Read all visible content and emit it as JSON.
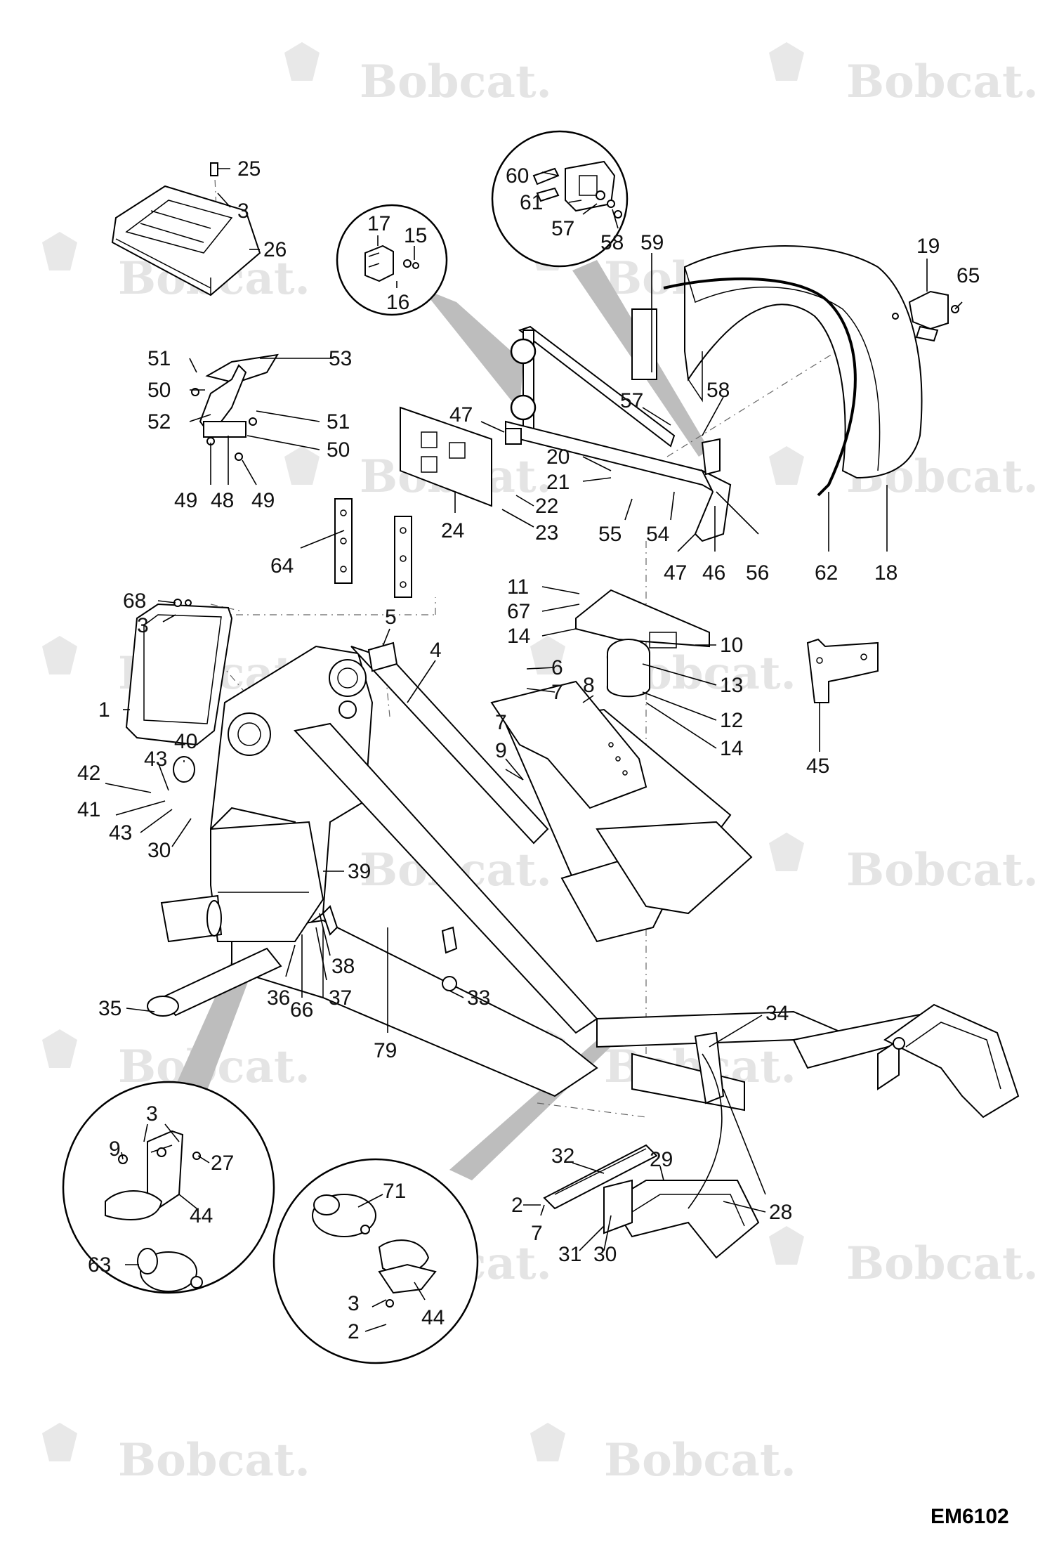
{
  "drawing_code": "EM6102",
  "watermark_text": "Bobcat.",
  "callouts": [
    {
      "id": "c25",
      "text": "25"
    },
    {
      "id": "c3a",
      "text": "3"
    },
    {
      "id": "c26",
      "text": "26"
    },
    {
      "id": "c17",
      "text": "17"
    },
    {
      "id": "c15",
      "text": "15"
    },
    {
      "id": "c16",
      "text": "16"
    },
    {
      "id": "c60",
      "text": "60"
    },
    {
      "id": "c61",
      "text": "61"
    },
    {
      "id": "c57a",
      "text": "57"
    },
    {
      "id": "c58a",
      "text": "58"
    },
    {
      "id": "c59",
      "text": "59"
    },
    {
      "id": "c19",
      "text": "19"
    },
    {
      "id": "c65",
      "text": "65"
    },
    {
      "id": "c51a",
      "text": "51"
    },
    {
      "id": "c53",
      "text": "53"
    },
    {
      "id": "c50a",
      "text": "50"
    },
    {
      "id": "c52",
      "text": "52"
    },
    {
      "id": "c51b",
      "text": "51"
    },
    {
      "id": "c50b",
      "text": "50"
    },
    {
      "id": "c49a",
      "text": "49"
    },
    {
      "id": "c48",
      "text": "48"
    },
    {
      "id": "c49b",
      "text": "49"
    },
    {
      "id": "c47a",
      "text": "47"
    },
    {
      "id": "c57b",
      "text": "57"
    },
    {
      "id": "c58b",
      "text": "58"
    },
    {
      "id": "c20",
      "text": "20"
    },
    {
      "id": "c21",
      "text": "21"
    },
    {
      "id": "c22",
      "text": "22"
    },
    {
      "id": "c23",
      "text": "23"
    },
    {
      "id": "c24",
      "text": "24"
    },
    {
      "id": "c55",
      "text": "55"
    },
    {
      "id": "c54",
      "text": "54"
    },
    {
      "id": "c47b",
      "text": "47"
    },
    {
      "id": "c46",
      "text": "46"
    },
    {
      "id": "c56",
      "text": "56"
    },
    {
      "id": "c62",
      "text": "62"
    },
    {
      "id": "c18",
      "text": "18"
    },
    {
      "id": "c64",
      "text": "64"
    },
    {
      "id": "c68",
      "text": "68"
    },
    {
      "id": "c3b",
      "text": "3"
    },
    {
      "id": "c5",
      "text": "5"
    },
    {
      "id": "c4",
      "text": "4"
    },
    {
      "id": "c11",
      "text": "11"
    },
    {
      "id": "c67",
      "text": "67"
    },
    {
      "id": "c14a",
      "text": "14"
    },
    {
      "id": "c10",
      "text": "10"
    },
    {
      "id": "c6",
      "text": "6"
    },
    {
      "id": "c7a",
      "text": "7"
    },
    {
      "id": "c8",
      "text": "8"
    },
    {
      "id": "c13",
      "text": "13"
    },
    {
      "id": "c12",
      "text": "12"
    },
    {
      "id": "c14b",
      "text": "14"
    },
    {
      "id": "c45",
      "text": "45"
    },
    {
      "id": "c1",
      "text": "1"
    },
    {
      "id": "c7b",
      "text": "7"
    },
    {
      "id": "c9a",
      "text": "9"
    },
    {
      "id": "c40",
      "text": "40"
    },
    {
      "id": "c43a",
      "text": "43"
    },
    {
      "id": "c42",
      "text": "42"
    },
    {
      "id": "c41",
      "text": "41"
    },
    {
      "id": "c43b",
      "text": "43"
    },
    {
      "id": "c30a",
      "text": "30"
    },
    {
      "id": "c39",
      "text": "39"
    },
    {
      "id": "c38",
      "text": "38"
    },
    {
      "id": "c36",
      "text": "36"
    },
    {
      "id": "c37",
      "text": "37"
    },
    {
      "id": "c66",
      "text": "66"
    },
    {
      "id": "c35",
      "text": "35"
    },
    {
      "id": "c33",
      "text": "33"
    },
    {
      "id": "c79",
      "text": "79"
    },
    {
      "id": "c34",
      "text": "34"
    },
    {
      "id": "c3c",
      "text": "3"
    },
    {
      "id": "c9b",
      "text": "9"
    },
    {
      "id": "c27",
      "text": "27"
    },
    {
      "id": "c44a",
      "text": "44"
    },
    {
      "id": "c63",
      "text": "63"
    },
    {
      "id": "c32",
      "text": "32"
    },
    {
      "id": "c29",
      "text": "29"
    },
    {
      "id": "c28",
      "text": "28"
    },
    {
      "id": "c2a",
      "text": "2"
    },
    {
      "id": "c7c",
      "text": "7"
    },
    {
      "id": "c31",
      "text": "31"
    },
    {
      "id": "c30b",
      "text": "30"
    },
    {
      "id": "c71",
      "text": "71"
    },
    {
      "id": "c3d",
      "text": "3"
    },
    {
      "id": "c44b",
      "text": "44"
    },
    {
      "id": "c2b",
      "text": "2"
    }
  ]
}
